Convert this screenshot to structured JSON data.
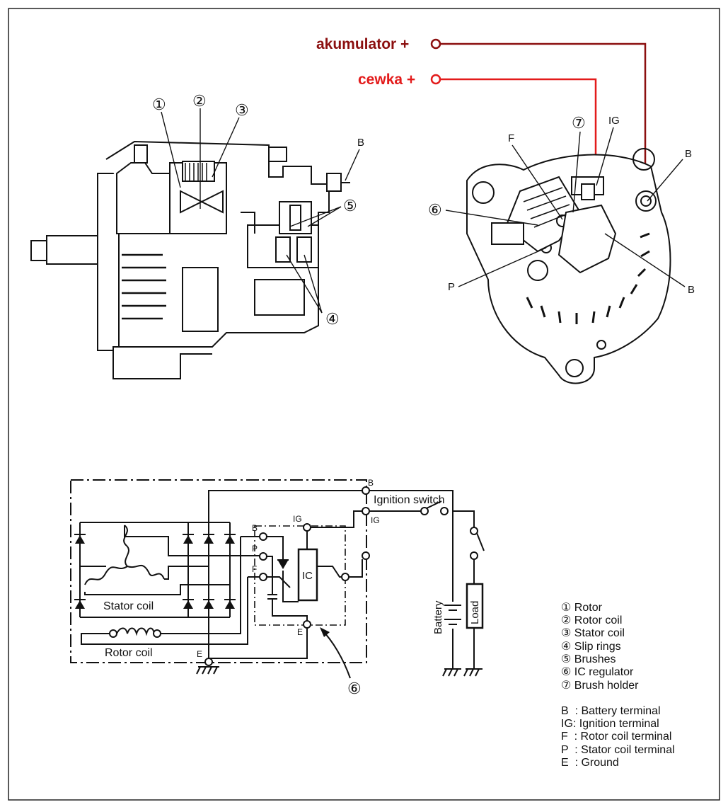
{
  "wires": {
    "akumulator": {
      "label": "akumulator +",
      "color": "#8b0f0f"
    },
    "cewka": {
      "label": "cewka +",
      "color": "#e31b1b"
    }
  },
  "side_view": {
    "callouts": [
      "①",
      "②",
      "③",
      "④",
      "⑤"
    ],
    "terminal_b": "B"
  },
  "rear_view": {
    "callout_6": "⑥",
    "callout_7": "⑦",
    "label_f": "F",
    "label_ig": "IG",
    "label_b_top": "B",
    "label_b_bottom": "B",
    "label_p": "P"
  },
  "schematic": {
    "ignition_switch": "Ignition switch",
    "stator_coil": "Stator coil",
    "rotor_coil": "Rotor coil",
    "battery": "Battery",
    "load": "Load",
    "ic": "IC",
    "regulator_callout": "⑥",
    "terminals": {
      "B_top": "B",
      "IG_right": "IG",
      "B": "B",
      "IG": "IG",
      "P": "P",
      "F": "F",
      "E": "E",
      "E_ground": "E"
    }
  },
  "legend": {
    "parts": [
      "① Rotor",
      "② Rotor coil",
      "③ Stator coil",
      "④ Slip rings",
      "⑤ Brushes",
      "⑥ IC regulator",
      "⑦ Brush holder"
    ],
    "terminals": [
      "B  : Battery terminal",
      "IG: Ignition terminal",
      "F  : Rotor coil terminal",
      "P  : Stator coil terminal",
      "E  : Ground"
    ]
  }
}
